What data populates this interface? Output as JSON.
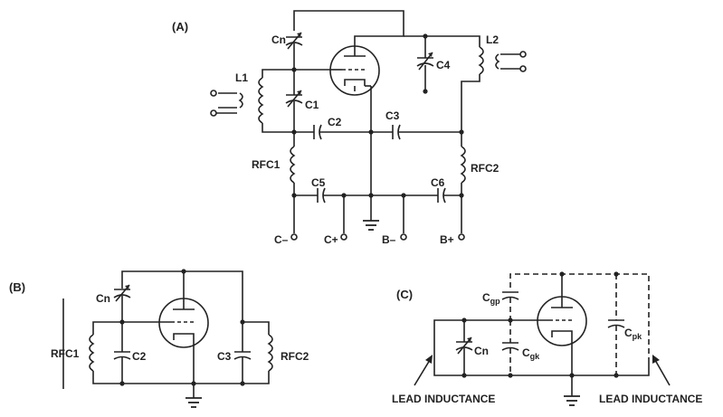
{
  "labels": {
    "panel_a": "(A)",
    "panel_b": "(B)",
    "panel_c": "(C)",
    "a_cn": "Cn",
    "a_l1": "L1",
    "a_c1": "C1",
    "a_c2": "C2",
    "a_c3": "C3",
    "a_c4": "C4",
    "a_l2": "L2",
    "a_rfc1": "RFC1",
    "a_rfc2": "RFC2",
    "a_c5": "C5",
    "a_c6": "C6",
    "a_cminus": "C–",
    "a_cplus": "C+",
    "a_bminus": "B–",
    "a_bplus": "B+",
    "b_cn": "Cn",
    "b_rfc1": "RFC1",
    "b_c2": "C2",
    "b_c3": "C3",
    "b_rfc2": "RFC2",
    "c_cgp": "C",
    "c_cgp_sub": "gp",
    "c_cn": "Cn",
    "c_cgk": "C",
    "c_cgk_sub": "gk",
    "c_cpk": "C",
    "c_cpk_sub": "pk",
    "c_lead_left": "LEAD INDUCTANCE",
    "c_lead_right": "LEAD INDUCTANCE"
  }
}
